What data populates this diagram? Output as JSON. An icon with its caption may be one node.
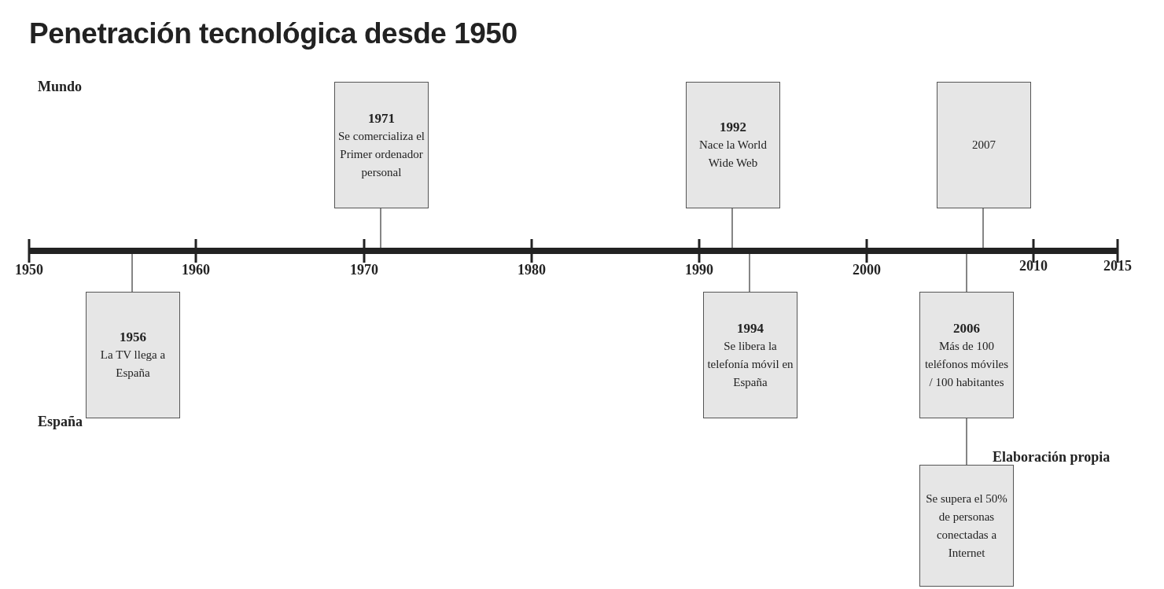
{
  "diagram": {
    "title": "Penetración tecnológica desde 1950",
    "nodes": [
      {
        "text": [
          "1971",
          "Se comercializa el Primer ordenador personal"
        ]
      },
      {
        "text": [
          "1992",
          "Nace la World Wide Web"
        ]
      },
      {
        "text": [
          "2007"
        ]
      },
      {
        "text": [],
        "shape": "bar"
      },
      {
        "text": [
          "1956",
          "La TV llega a España"
        ]
      },
      {
        "text": [
          "1994",
          "Se libera la telefonía móvil en España"
        ]
      },
      {
        "text": [
          "2006",
          "Más de 100 teléfonos móviles / 100 habitantes"
        ]
      },
      {
        "text": [
          "Se supera el 50% de personas conectadas a Internet"
        ]
      }
    ],
    "edges": [
      {
        "from": 0,
        "to": 3,
        "arrow": "none"
      },
      {
        "from": 1,
        "to": 3,
        "arrow": "none"
      },
      {
        "from": 2,
        "to": 3,
        "arrow": "none"
      },
      {
        "from": 4,
        "to": 3,
        "arrow": "none"
      },
      {
        "from": 5,
        "to": 3,
        "arrow": "none"
      },
      {
        "from": 6,
        "to": 3,
        "arrow": "none"
      },
      {
        "from": 6,
        "to": 7,
        "arrow": "none"
      }
    ],
    "labels": [
      "Mundo",
      "1950",
      "1960",
      "1970",
      "1980",
      "1990",
      "2000",
      "2010",
      "2015",
      "España",
      "Elaboración propia"
    ]
  }
}
